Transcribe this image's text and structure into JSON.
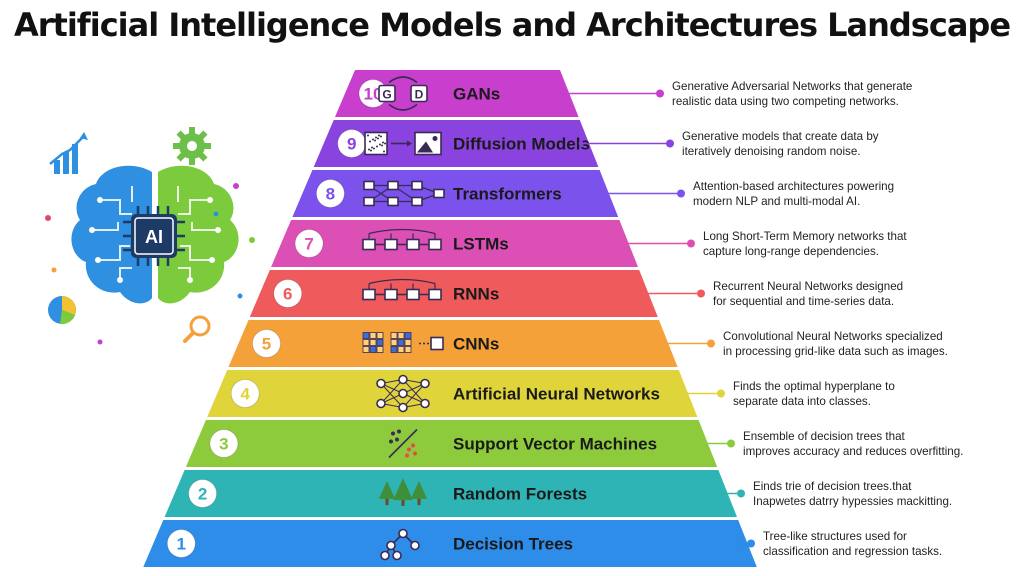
{
  "title": "Artificial Intelligence Models and Architectures Landscape",
  "brain_label": "AI",
  "layers": [
    {
      "num": "10",
      "name": "GANs",
      "color": "#c73fcc",
      "desc": [
        "Generative Adversarial Networks that generate",
        "realistic data using two competing networks."
      ],
      "icon": "gan-icon",
      "gan_labels": [
        "G",
        "D"
      ]
    },
    {
      "num": "9",
      "name": "Diffusion Models",
      "color": "#8a43de",
      "desc": [
        "Generative models that create data by",
        "iteratively denoising random noise."
      ],
      "icon": "diffusion-icon"
    },
    {
      "num": "8",
      "name": "Transformers",
      "color": "#7b52ec",
      "desc": [
        "Attention-based architectures powering",
        "modern NLP and multi-modal AI."
      ],
      "icon": "transformer-icon"
    },
    {
      "num": "7",
      "name": "LSTMs",
      "color": "#dc4fb4",
      "desc": [
        "Long Short-Term Memory networks that",
        "capture long-range dependencies."
      ],
      "icon": "lstm-icon"
    },
    {
      "num": "6",
      "name": "RNNs",
      "color": "#ef5a5c",
      "desc": [
        "Recurrent Neural Networks designed",
        "for sequential and time-series data."
      ],
      "icon": "rnn-icon"
    },
    {
      "num": "5",
      "name": "CNNs",
      "color": "#f5a13a",
      "desc": [
        "Convolutional Neural Networks specialized",
        "in processing grid-like data such as images."
      ],
      "icon": "cnn-icon"
    },
    {
      "num": "4",
      "name": "Artificial Neural Networks",
      "color": "#dfd43a",
      "desc": [
        "Finds the optimal hyperplane to",
        "separate data into classes."
      ],
      "icon": "ann-icon"
    },
    {
      "num": "3",
      "name": "Support Vector Machines",
      "color": "#8ecb3c",
      "desc": [
        "Ensemble of decision trees that",
        "improves accuracy and reduces overfitting."
      ],
      "icon": "svm-icon"
    },
    {
      "num": "2",
      "name": "Random Forests",
      "color": "#2fb4b6",
      "desc": [
        "Einds trie of decision trees.that",
        "Inapwetes datrry hypessies mackitting."
      ],
      "icon": "forest-icon"
    },
    {
      "num": "1",
      "name": "Decision Trees",
      "color": "#2d8de8",
      "desc": [
        "Tree-like structures used for",
        "classification and regression tasks."
      ],
      "icon": "tree-icon"
    }
  ],
  "colors": {
    "title": "#111111",
    "brain_left": "#2f8fe0",
    "brain_right": "#7ccb3c",
    "chip": "#1d3b66"
  }
}
